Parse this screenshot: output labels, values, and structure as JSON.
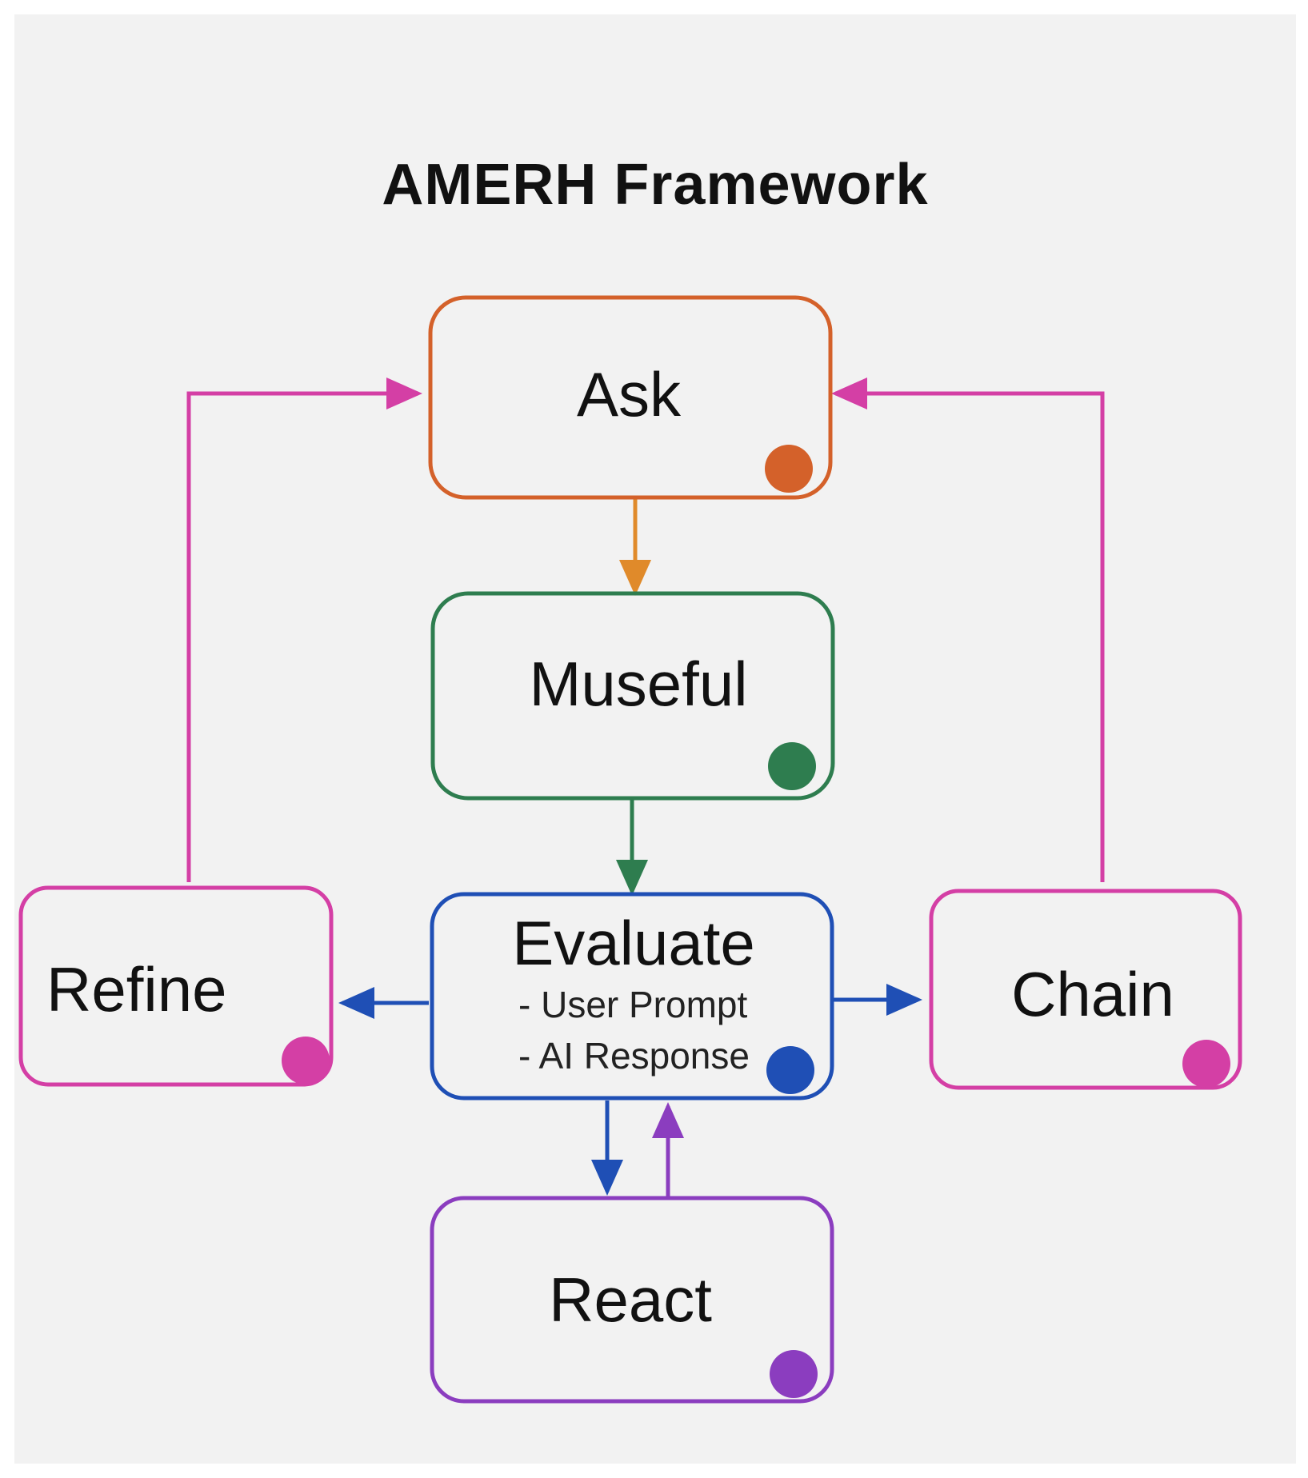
{
  "title": "AMERH Framework",
  "colors": {
    "background": "#f2f2f2",
    "ask": "#d4612a",
    "museful": "#2e7d4f",
    "evaluate": "#1f4fb5",
    "react": "#8b3dbf",
    "refine": "#d43fa5",
    "chain": "#d43fa5",
    "feedback_arrow": "#d43fa5",
    "ask_arrow": "#e08a2a"
  },
  "nodes": {
    "ask": {
      "label": "Ask"
    },
    "museful": {
      "label": "Museful"
    },
    "evaluate": {
      "label": "Evaluate",
      "items": [
        "- User Prompt",
        "- AI Response"
      ]
    },
    "refine": {
      "label": "Refine"
    },
    "chain": {
      "label": "Chain"
    },
    "react": {
      "label": "React"
    }
  },
  "edges": [
    {
      "from": "ask",
      "to": "museful"
    },
    {
      "from": "museful",
      "to": "evaluate"
    },
    {
      "from": "evaluate",
      "to": "refine"
    },
    {
      "from": "evaluate",
      "to": "chain"
    },
    {
      "from": "evaluate",
      "to": "react"
    },
    {
      "from": "react",
      "to": "evaluate"
    },
    {
      "from": "refine",
      "to": "ask"
    },
    {
      "from": "chain",
      "to": "ask"
    }
  ]
}
